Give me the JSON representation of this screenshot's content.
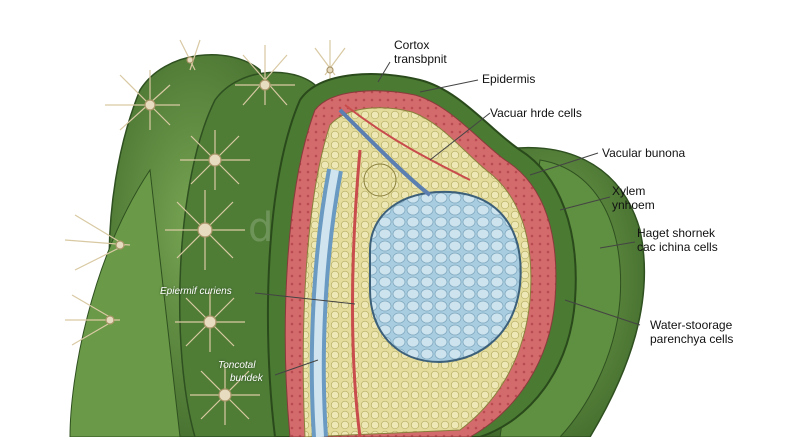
{
  "labels": {
    "cortex_line1": "Cortox",
    "cortex_line2": "transbpnit",
    "epidermis": "Epidermis",
    "vascular_hide_cells": "Vacuar hrde cells",
    "vascular_bundle": "Vacular bunona",
    "xylem_line1": "Xylem",
    "xylem_line2": "ynhoem",
    "hagel_line1": "Haget shornek",
    "hagel_line2": "cac ichina cells",
    "water_line1": "Water-stoorage",
    "water_line2": "parenchya cells",
    "epidermis_cuticle": "Epiermif curiens",
    "toncotal_line1": "Toncotal",
    "toncotal_line2": "bundek"
  },
  "watermark": "d",
  "colors": {
    "cactus_green": "#5b8a3e",
    "cactus_dark": "#3f6a2a",
    "cortex_red": "#d2676a",
    "parenchyma_yellow": "#d8d08a",
    "xylem_blue": "#b9d7e6",
    "leader_line": "#444444"
  }
}
